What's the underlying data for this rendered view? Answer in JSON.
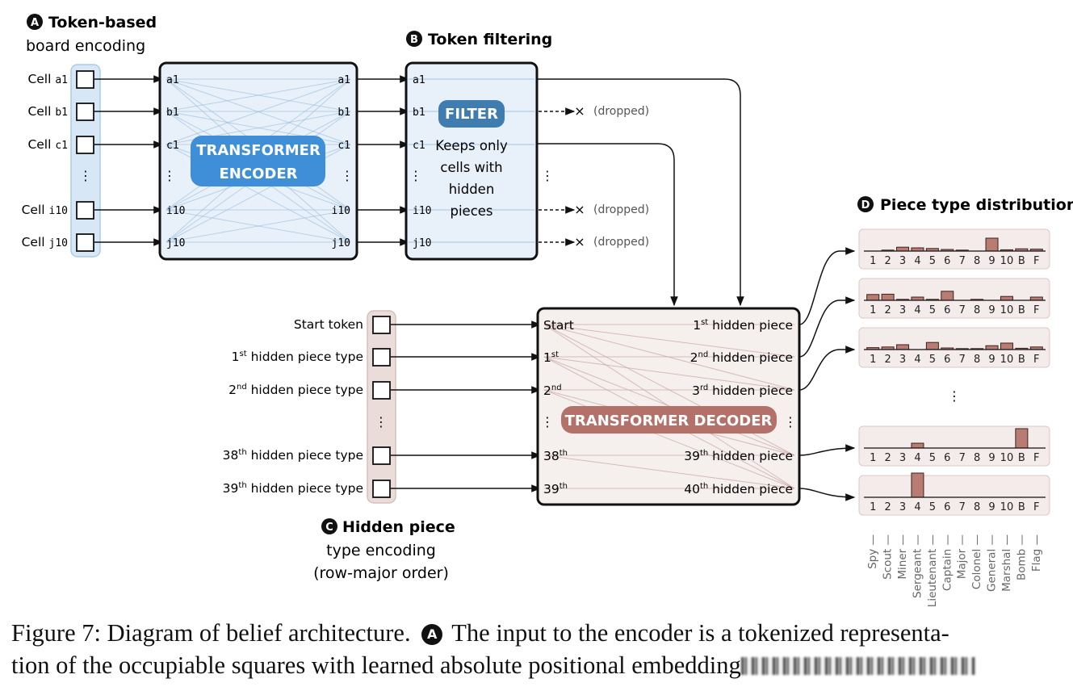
{
  "sections": {
    "a": {
      "badge": "A",
      "title": "Token-based",
      "subtitle": "board encoding"
    },
    "b": {
      "badge": "B",
      "title": "Token filtering"
    },
    "c": {
      "badge": "C",
      "title": "Hidden piece",
      "subtitle1": "type encoding",
      "subtitle2": "(row-major order)"
    },
    "d": {
      "badge": "D",
      "title": "Piece type distribution"
    }
  },
  "encoder": {
    "label_line1": "TRANSFORMER",
    "label_line2": "ENCODER",
    "cells": [
      {
        "prefix": "Cell",
        "id": "a1"
      },
      {
        "prefix": "Cell",
        "id": "b1"
      },
      {
        "prefix": "Cell",
        "id": "c1"
      },
      {
        "prefix": "Cell",
        "id": "i10"
      },
      {
        "prefix": "Cell",
        "id": "j10"
      }
    ],
    "ellipsis": "⋮"
  },
  "filter": {
    "label": "FILTER",
    "desc": [
      "Keeps only",
      "cells with",
      "hidden",
      "pieces"
    ],
    "rows": [
      "a1",
      "b1",
      "c1",
      "i10",
      "j10"
    ],
    "dropped_label": "(dropped)",
    "dropped_rows": [
      "b1",
      "i10",
      "j10"
    ],
    "drop_marker": "×"
  },
  "decoder": {
    "label": "TRANSFORMER DECODER",
    "inputs": [
      {
        "label": "Start token",
        "short": "Start",
        "sup": ""
      },
      {
        "label": "hidden piece type",
        "num": "1",
        "sup": "st",
        "short": "1"
      },
      {
        "label": "hidden piece type",
        "num": "2",
        "sup": "nd",
        "short": "2"
      },
      {
        "label": "hidden piece type",
        "num": "38",
        "sup": "th",
        "short": "38"
      },
      {
        "label": "hidden piece type",
        "num": "39",
        "sup": "th",
        "short": "39"
      }
    ],
    "outputs": [
      {
        "num": "1",
        "sup": "st",
        "label": "hidden piece"
      },
      {
        "num": "2",
        "sup": "nd",
        "label": "hidden piece"
      },
      {
        "num": "3",
        "sup": "rd",
        "label": "hidden piece"
      },
      {
        "num": "39",
        "sup": "th",
        "label": "hidden piece"
      },
      {
        "num": "40",
        "sup": "th",
        "label": "hidden piece"
      }
    ]
  },
  "chart_data": {
    "type": "bar",
    "title": "Piece type distribution",
    "categories": [
      "1",
      "2",
      "3",
      "4",
      "5",
      "6",
      "7",
      "8",
      "9",
      "10",
      "B",
      "F"
    ],
    "category_names": [
      "Spy",
      "Scout",
      "Miner",
      "Sergeant",
      "Lieutenant",
      "Captain",
      "Major",
      "Colonel",
      "General",
      "Marshal",
      "Bomb",
      "Flag"
    ],
    "series": [
      {
        "name": "1st hidden piece",
        "values": [
          0.0,
          0.03,
          0.12,
          0.1,
          0.08,
          0.05,
          0.02,
          0.0,
          0.4,
          0.04,
          0.07,
          0.06
        ]
      },
      {
        "name": "2nd hidden piece",
        "values": [
          0.18,
          0.19,
          0.03,
          0.1,
          0.01,
          0.28,
          0.0,
          0.02,
          0.0,
          0.12,
          0.0,
          0.1
        ]
      },
      {
        "name": "3rd hidden piece",
        "values": [
          0.06,
          0.08,
          0.15,
          0.0,
          0.22,
          0.05,
          0.03,
          0.01,
          0.12,
          0.2,
          0.04,
          0.08
        ]
      },
      {
        "name": "39th hidden piece",
        "values": [
          0.0,
          0.0,
          0.0,
          0.15,
          0.0,
          0.0,
          0.0,
          0.0,
          0.0,
          0.0,
          0.6,
          0.0
        ]
      },
      {
        "name": "40th hidden piece",
        "values": [
          0.0,
          0.0,
          0.0,
          0.75,
          0.0,
          0.0,
          0.0,
          0.0,
          0.0,
          0.0,
          0.0,
          0.0
        ]
      }
    ],
    "ylim": [
      0,
      1
    ],
    "grid": false,
    "ellipsis": "⋮"
  },
  "colors": {
    "encoder_fill": "#e8f0f9",
    "encoder_pill": "#3e8fd8",
    "filter_pill": "#3f7cb0",
    "encoder_column": "#d8e7f5",
    "decoder_fill": "#f5efee",
    "decoder_pill": "#b4716a",
    "decoder_column": "#eadcd8",
    "bar_fill": "#b97c72",
    "panel_fill": "#f4eceb"
  },
  "caption": {
    "prefix": "Figure 7: Diagram of belief architecture.",
    "badge": "A",
    "line1_rest": "The input to the encoder is a tokenized representa-",
    "line2": "tion of the occupiable squares with learned absolute positional embedding"
  }
}
